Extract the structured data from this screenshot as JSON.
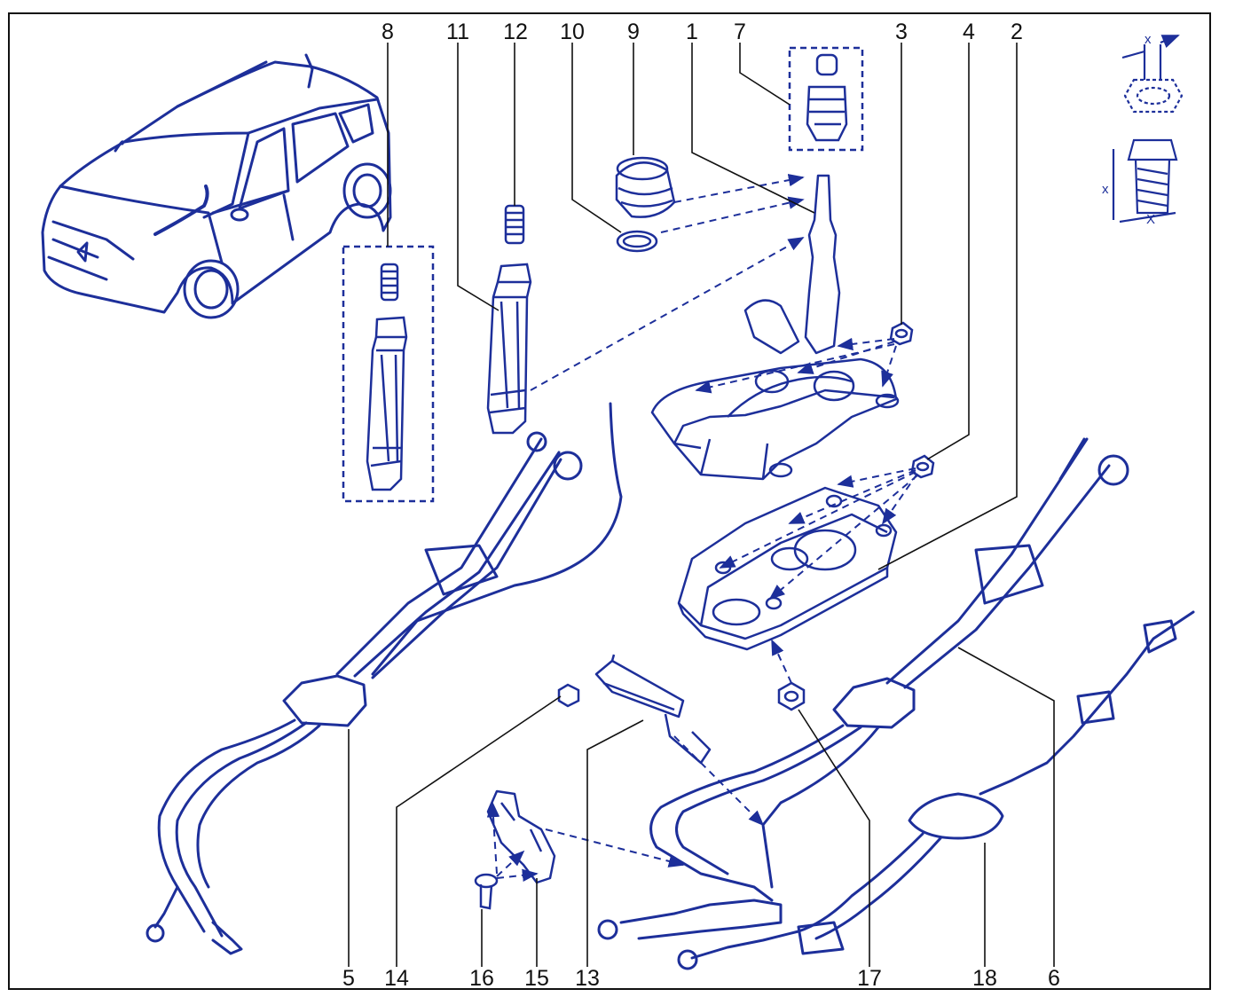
{
  "diagram": {
    "callouts": [
      "1",
      "2",
      "3",
      "4",
      "5",
      "6",
      "7",
      "8",
      "9",
      "10",
      "11",
      "12",
      "13",
      "14",
      "15",
      "16",
      "17",
      "18"
    ],
    "dimension_mark": "x",
    "dimension_mark_upper": "X",
    "colors": {
      "line": "#1d2f9a",
      "frame": "#111111",
      "label": "#111111"
    }
  }
}
